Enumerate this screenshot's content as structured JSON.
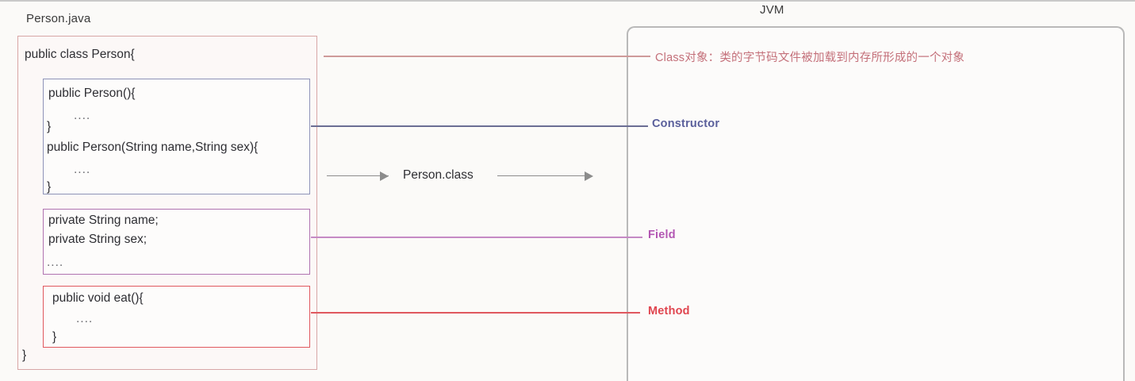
{
  "diagram": {
    "title_left": "Person.java",
    "title_right": "JVM",
    "middle_artifact": "Person.class"
  },
  "source_file": {
    "class_declaration": "public class Person{",
    "class_close": "}",
    "constructor_block": {
      "border_color": "#8e93b8",
      "lines": [
        "public Person(){",
        "....",
        "}",
        "public Person(String name,String sex){",
        "....",
        "}"
      ]
    },
    "field_block": {
      "border_color": "#b072b0",
      "lines": [
        "private String name;",
        "private String sex;",
        "...."
      ]
    },
    "method_block": {
      "border_color": "#e0585f",
      "lines": [
        "public void eat(){",
        "....",
        "}"
      ]
    }
  },
  "jvm_labels": [
    {
      "key": "class",
      "text": "Class对象：类的字节码文件被加载到内存所形成的一个对象",
      "color": "#c4707a"
    },
    {
      "key": "constructor",
      "text": "Constructor",
      "color": "#5a5f9b"
    },
    {
      "key": "field",
      "text": "Field",
      "color": "#b357b3"
    },
    {
      "key": "method",
      "text": "Method",
      "color": "#e0454f"
    }
  ],
  "colors": {
    "outer_box_border": "#d8a6a6",
    "jvm_box_border": "#b9b9b9",
    "arrow": "#8c8c8c",
    "background": "#fbfaf8"
  }
}
